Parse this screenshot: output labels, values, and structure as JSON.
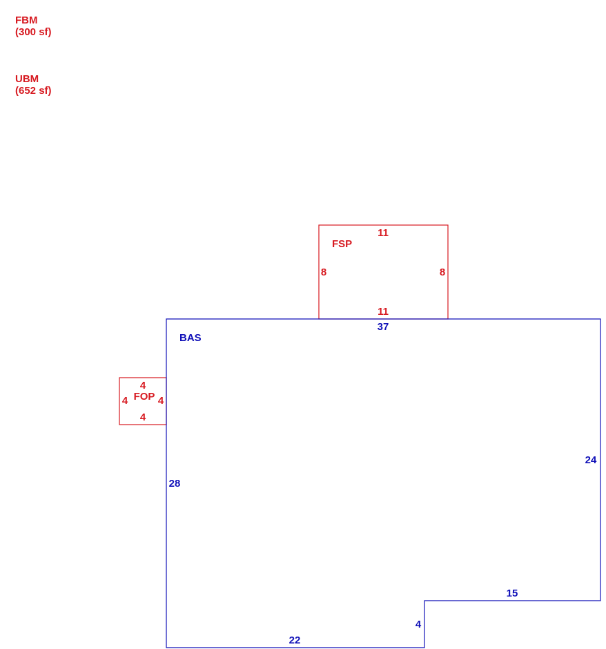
{
  "legend": [
    {
      "code": "FBM",
      "area": "(300 sf)"
    },
    {
      "code": "UBM",
      "area": "(652 sf)"
    }
  ],
  "areas": {
    "fsp": {
      "name": "FSP",
      "top": "11",
      "bottom": "11",
      "left": "8",
      "right": "8"
    },
    "fop": {
      "name": "FOP",
      "top": "4",
      "bottom": "4",
      "left": "4",
      "right": "4"
    },
    "bas": {
      "name": "BAS",
      "top": "37",
      "left": "28",
      "right": "24",
      "step_top": "15",
      "step_side": "4",
      "bottom": "22"
    }
  },
  "colors": {
    "addition": "#d71920",
    "base": "#1010b8"
  }
}
